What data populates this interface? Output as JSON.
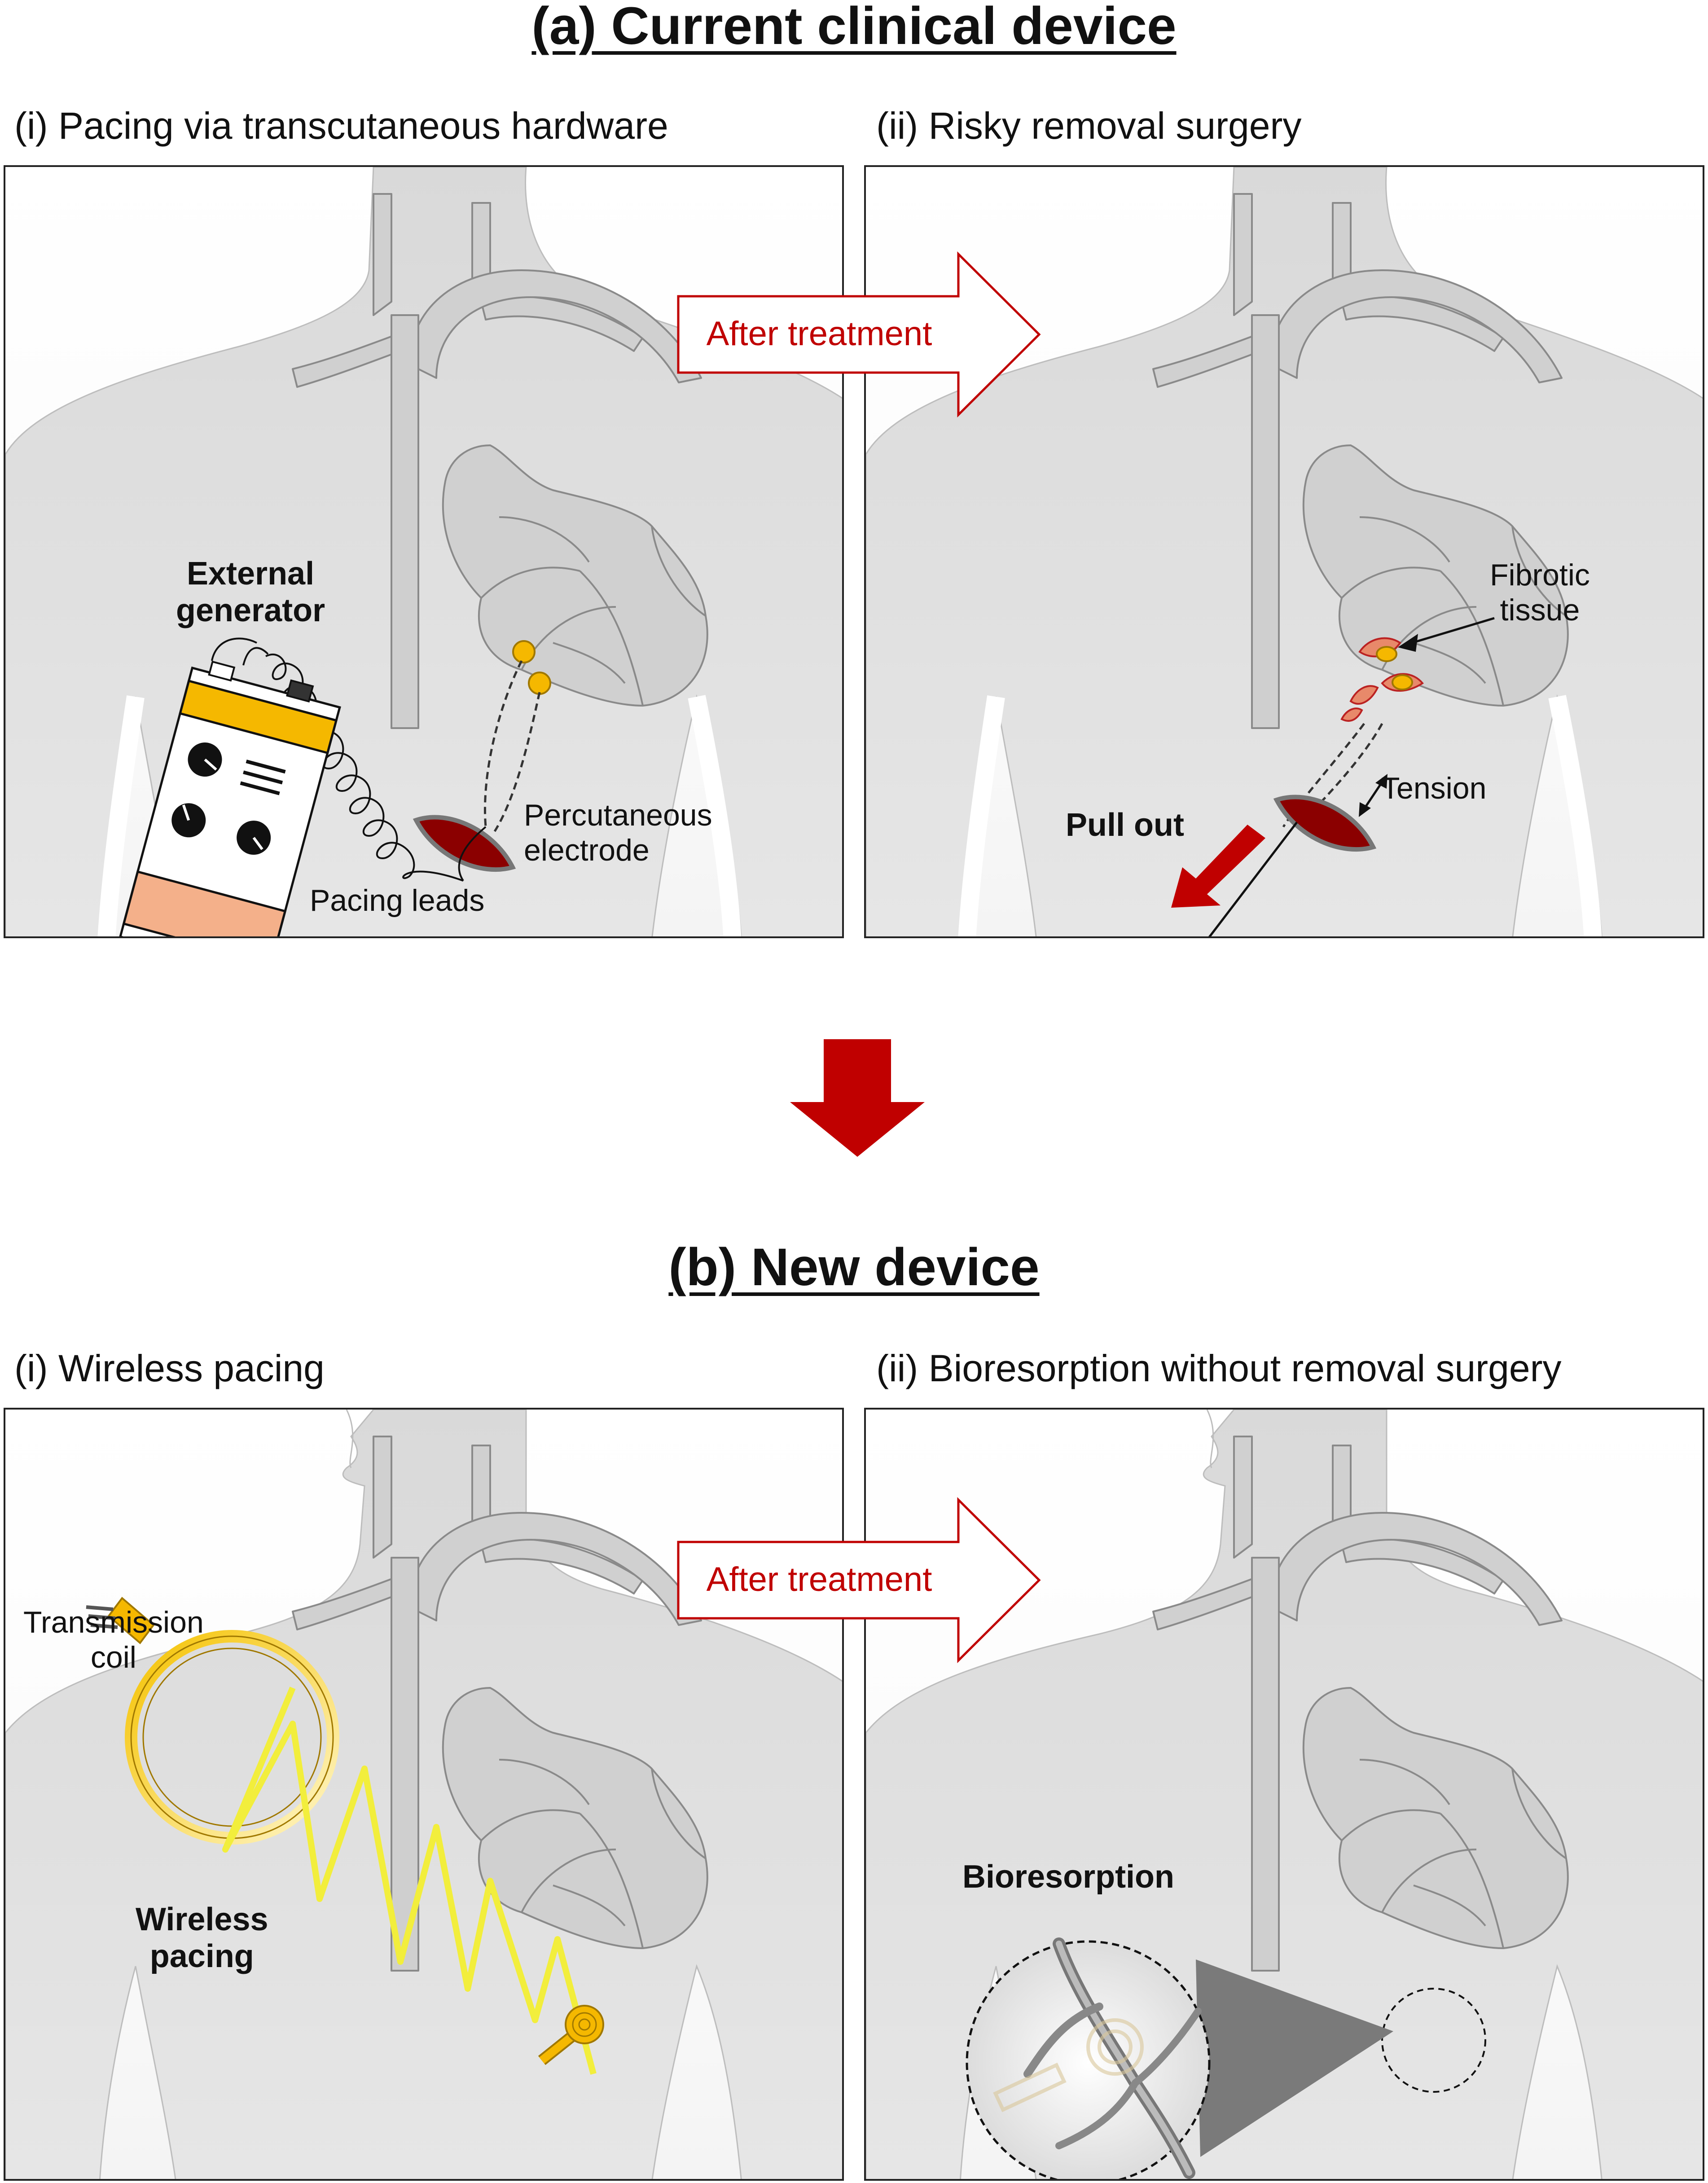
{
  "section_a": {
    "title": "(a) Current clinical device",
    "panel_i": {
      "title": "(i) Pacing via transcutaneous hardware",
      "labels": {
        "generator": "External\ngenerator",
        "electrode": "Percutaneous\nelectrode",
        "leads": "Pacing leads"
      }
    },
    "panel_ii": {
      "title": "(ii) Risky removal surgery",
      "labels": {
        "fibrotic": "Fibrotic\ntissue",
        "tension": "Tension",
        "pull_out": "Pull out"
      }
    },
    "transition": "After treatment"
  },
  "section_b": {
    "title": "(b) New device",
    "panel_i": {
      "title": "(i) Wireless pacing",
      "labels": {
        "coil": "Transmission\ncoil",
        "wireless": "Wireless\npacing"
      }
    },
    "panel_ii": {
      "title": "(ii) Bioresorption without removal surgery",
      "labels": {
        "bioresorption": "Bioresorption"
      }
    },
    "transition": "After treatment"
  },
  "colors": {
    "accent_red": "#c00000",
    "body_gray": "#d6d6d6",
    "device_gold": "#f5b800",
    "wire_yellow": "#f2ee3c",
    "wound_red": "#8b0000",
    "pad_peach": "#f4b08a"
  },
  "icons": {
    "transition_arrow": "hollow-right-arrow",
    "down_arrow": "solid-down-arrow",
    "pull_arrow": "red-diagonal-arrow"
  }
}
